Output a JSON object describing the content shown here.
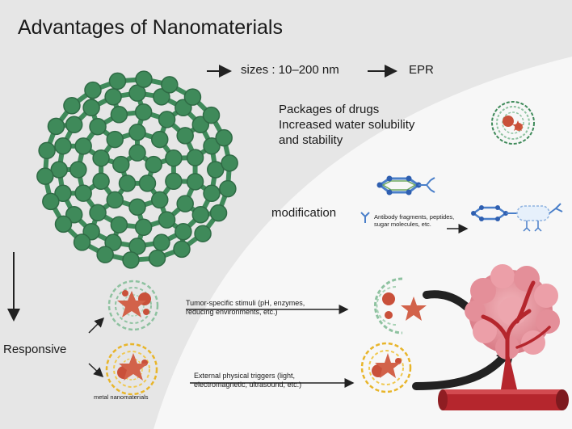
{
  "title": "Advantages of Nanomaterials",
  "size_text": "sizes : 10–200 nm",
  "epr_text": "EPR",
  "benefits": [
    "Packages of drugs",
    "Increased water solubility",
    "and stability"
  ],
  "modification_label": "modification",
  "ligand_text": [
    "Antibody fragments, peptides,",
    "sugar molecules, etc."
  ],
  "responsive_label": "Responsive",
  "tumor_stimuli": [
    "Tumor-specific stimuli (pH, enzymes,",
    "reducing environments, etc.)"
  ],
  "external_triggers": [
    "External physical triggers (light,",
    "electromagnetic, ultrasound, etc.)"
  ],
  "metal_label": "metal nanomaterials",
  "colors": {
    "background": "#e9e9e9",
    "carbon": "#3f8a5a",
    "carbon_light": "#8ec2a0",
    "metal": "#e8b52a",
    "drug": "#c9503a",
    "linker": "#4a7fc9",
    "tumor": "#e79aa4",
    "vessel": "#b5262d"
  }
}
